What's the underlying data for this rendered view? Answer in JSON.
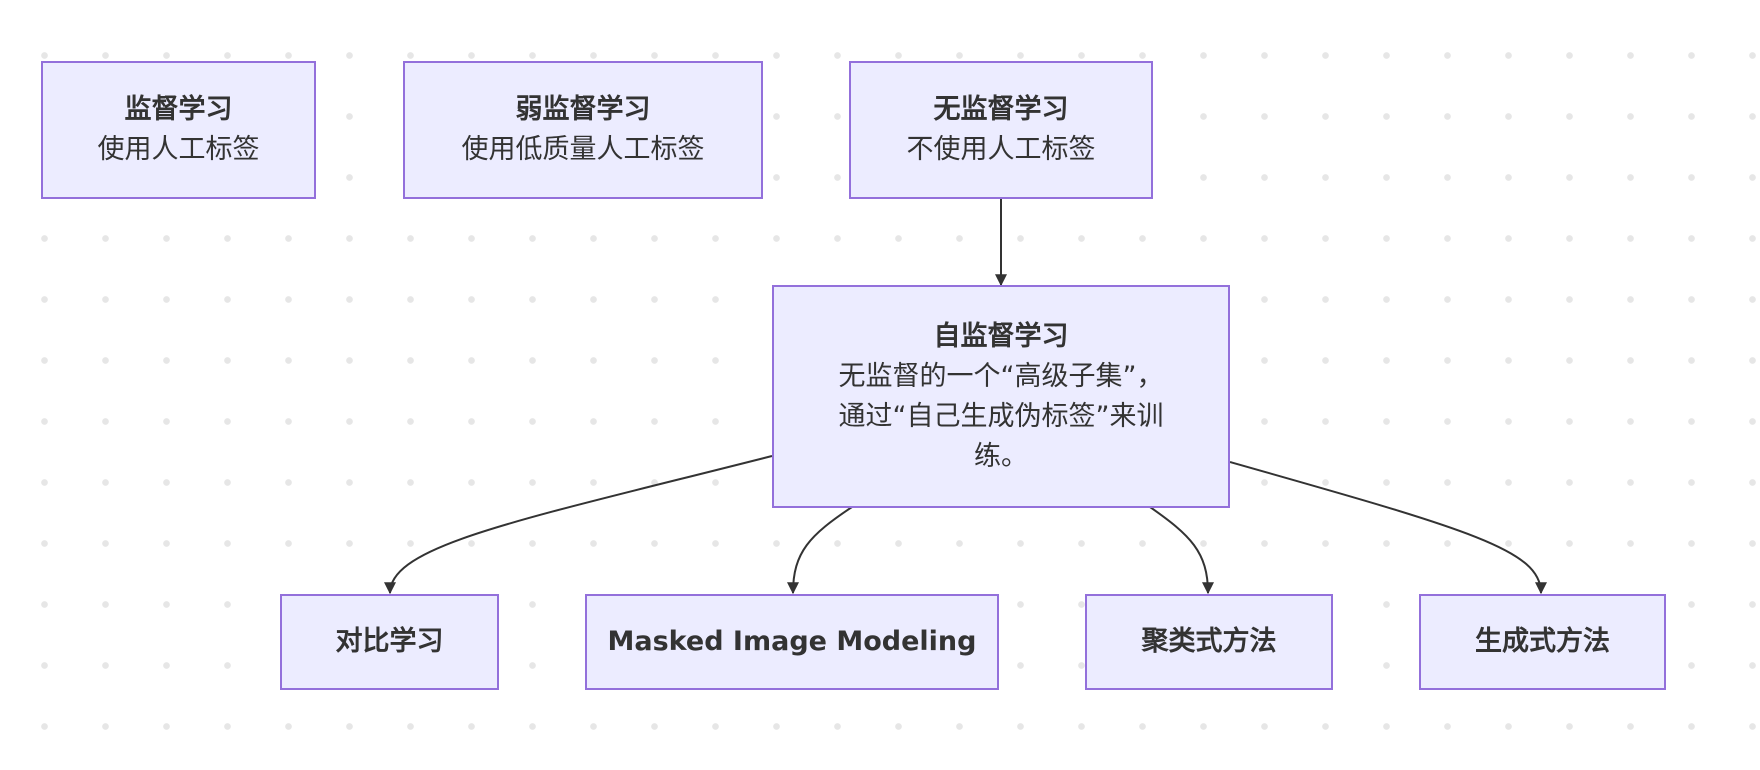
{
  "diagram": {
    "nodes": {
      "supervised": {
        "title": "监督学习",
        "desc": "使用人工标签"
      },
      "weakly": {
        "title": "弱监督学习",
        "desc": "使用低质量人工标签"
      },
      "unsupervised": {
        "title": "无监督学习",
        "desc": "不使用人工标签"
      },
      "self_supervised": {
        "title": "自监督学习",
        "desc_lines": [
          "无监督的一个“高级子集”，",
          "通过“自己生成伪标签”来训",
          "练。"
        ]
      },
      "contrastive": {
        "title": "对比学习"
      },
      "mim": {
        "title": "Masked Image Modeling"
      },
      "clustering": {
        "title": "聚类式方法"
      },
      "generative": {
        "title": "生成式方法"
      }
    },
    "edges": [
      {
        "from": "无监督学习",
        "to": "自监督学习"
      },
      {
        "from": "自监督学习",
        "to": "对比学习"
      },
      {
        "from": "自监督学习",
        "to": "Masked Image Modeling"
      },
      {
        "from": "自监督学习",
        "to": "聚类式方法"
      },
      {
        "from": "自监督学习",
        "to": "生成式方法"
      }
    ],
    "colors": {
      "node_fill": "#ececff",
      "node_border": "#9370db",
      "edge": "#333333",
      "text": "#333333"
    }
  }
}
